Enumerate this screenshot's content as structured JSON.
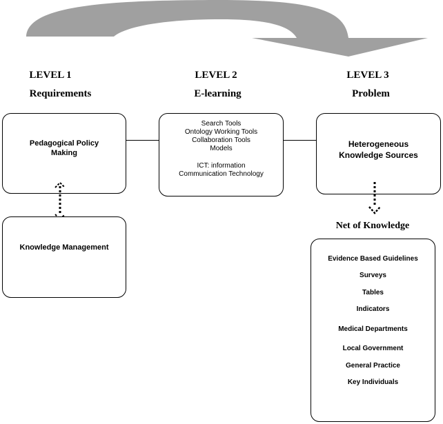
{
  "levels": [
    {
      "level": "LEVEL 1",
      "name": "Requirements"
    },
    {
      "level": "LEVEL 2",
      "name": "E-learning"
    },
    {
      "level": "LEVEL 3",
      "name": "Problem"
    }
  ],
  "boxes": {
    "pedagogical": [
      "Pedagogical Policy",
      "Making"
    ],
    "knowledge_management": "Knowledge Management",
    "elearning_tools": [
      "Search Tools",
      "Ontology Working Tools",
      "Collaboration Tools",
      "Models"
    ],
    "ict": [
      "ICT: information",
      "Communication Technology"
    ],
    "heterogeneous": [
      "Heterogeneous",
      "Knowledge Sources"
    ]
  },
  "net_title": "Net of Knowledge",
  "net_items": [
    "Evidence Based Guidelines",
    "Surveys",
    "Tables",
    "Indicators",
    "Medical Departments",
    "Local Government",
    "General Practice",
    "Key Individuals"
  ],
  "colors": {
    "arrow": "#a0a0a0",
    "stroke": "#000000"
  }
}
